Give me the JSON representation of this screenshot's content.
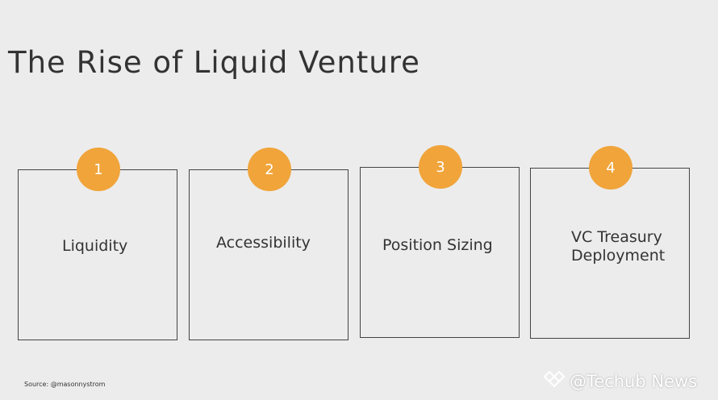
{
  "title": "The Rise of Liquid Venture",
  "colors": {
    "background": "#ececec",
    "badge": "#f0a43a",
    "stroke": "#444444",
    "text": "#333333"
  },
  "cards": [
    {
      "number": "1",
      "label": "Liquidity"
    },
    {
      "number": "2",
      "label": "Accessibility"
    },
    {
      "number": "3",
      "label": "Position Sizing"
    },
    {
      "number": "4",
      "label_line1": "VC Treasury",
      "label_line2": "Deployment"
    }
  ],
  "source": "Source: @masonnystrom",
  "watermark": {
    "text": "@Techub News",
    "icon": "techub-logo-icon"
  }
}
